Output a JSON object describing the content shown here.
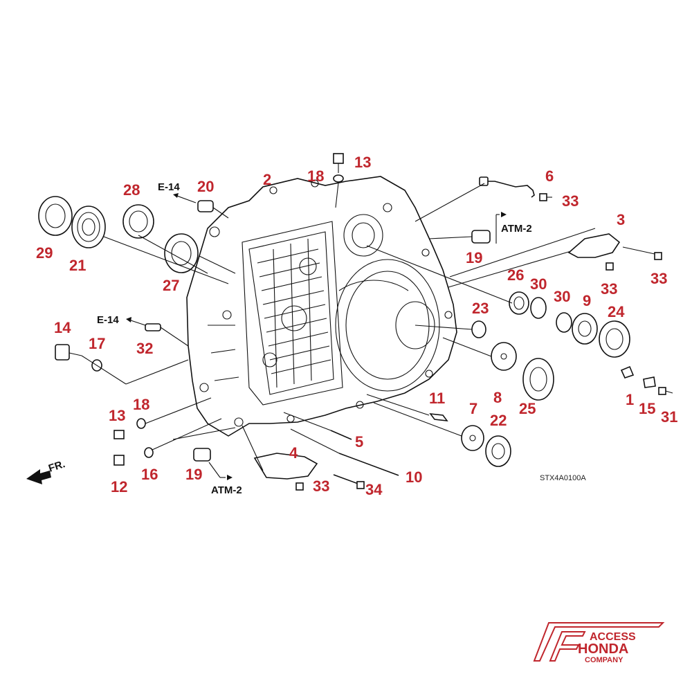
{
  "diagram": {
    "drawing_code": "STX4A0100A",
    "front_indicator": "FR.",
    "references": {
      "e14_top": "E-14",
      "e14_left": "E-14",
      "atm2_right": "ATM-2",
      "atm2_bottom": "ATM-2"
    },
    "callouts": [
      {
        "id": "c13a",
        "text": "13"
      },
      {
        "id": "c18a",
        "text": "18"
      },
      {
        "id": "c2",
        "text": "2"
      },
      {
        "id": "c20",
        "text": "20"
      },
      {
        "id": "c28",
        "text": "28"
      },
      {
        "id": "c29",
        "text": "29"
      },
      {
        "id": "c21",
        "text": "21"
      },
      {
        "id": "c27",
        "text": "27"
      },
      {
        "id": "c6",
        "text": "6"
      },
      {
        "id": "c33a",
        "text": "33"
      },
      {
        "id": "c19a",
        "text": "19"
      },
      {
        "id": "c3",
        "text": "3"
      },
      {
        "id": "c33b",
        "text": "33"
      },
      {
        "id": "c33c",
        "text": "33"
      },
      {
        "id": "c26",
        "text": "26"
      },
      {
        "id": "c30a",
        "text": "30"
      },
      {
        "id": "c30b",
        "text": "30"
      },
      {
        "id": "c9",
        "text": "9"
      },
      {
        "id": "c24",
        "text": "24"
      },
      {
        "id": "c23",
        "text": "23"
      },
      {
        "id": "c14",
        "text": "14"
      },
      {
        "id": "c17",
        "text": "17"
      },
      {
        "id": "c32",
        "text": "32"
      },
      {
        "id": "c8",
        "text": "8"
      },
      {
        "id": "c25",
        "text": "25"
      },
      {
        "id": "c1",
        "text": "1"
      },
      {
        "id": "c15",
        "text": "15"
      },
      {
        "id": "c31",
        "text": "31"
      },
      {
        "id": "c11",
        "text": "11"
      },
      {
        "id": "c7",
        "text": "7"
      },
      {
        "id": "c22",
        "text": "22"
      },
      {
        "id": "c13b",
        "text": "13"
      },
      {
        "id": "c18b",
        "text": "18"
      },
      {
        "id": "c5",
        "text": "5"
      },
      {
        "id": "c4",
        "text": "4"
      },
      {
        "id": "c12",
        "text": "12"
      },
      {
        "id": "c16",
        "text": "16"
      },
      {
        "id": "c19b",
        "text": "19"
      },
      {
        "id": "c33d",
        "text": "33"
      },
      {
        "id": "c34",
        "text": "34"
      },
      {
        "id": "c10",
        "text": "10"
      }
    ]
  },
  "logo": {
    "line1": "ACCESS",
    "line2": "HONDA",
    "line3": "COMPANY",
    "color": "#c0262d"
  }
}
